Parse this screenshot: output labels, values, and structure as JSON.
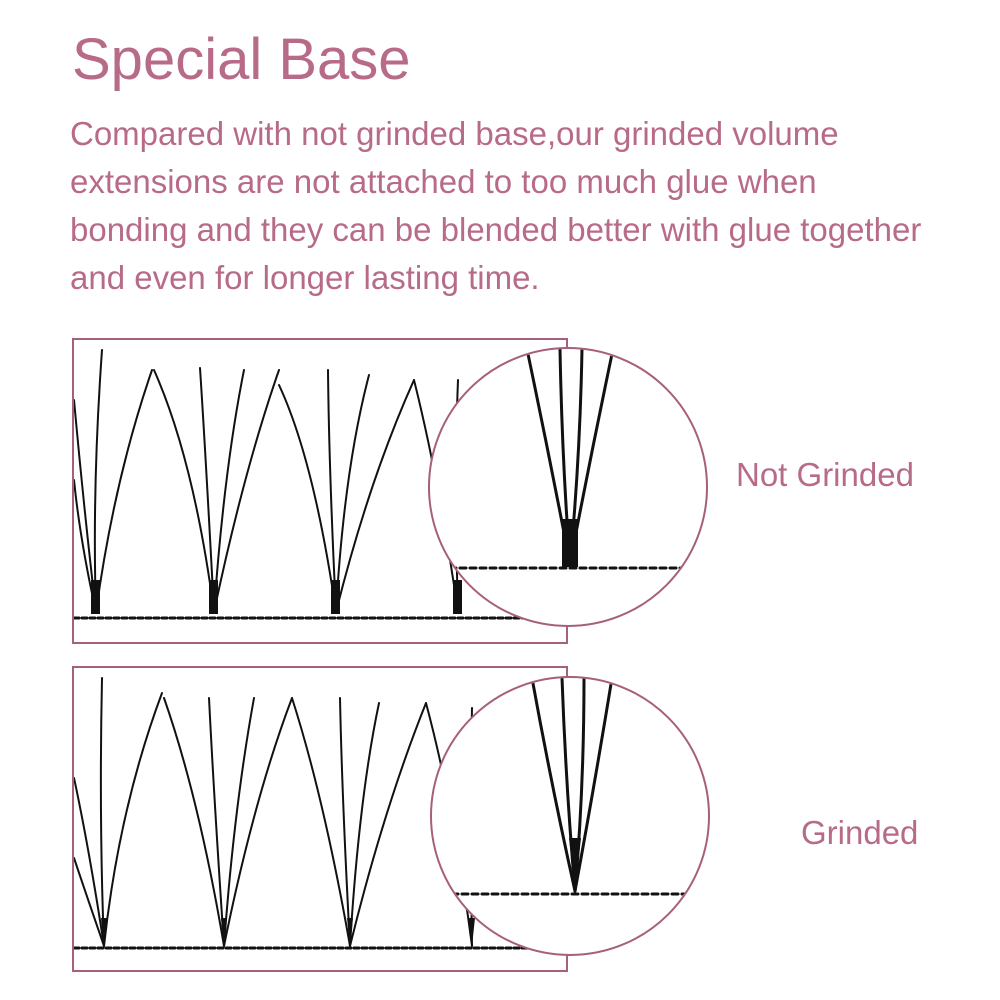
{
  "title": "Special Base",
  "description": "Compared with not grinded base,our grinded volume extensions are not attached to too much glue when bonding and they can be blended better with glue together and even for longer lasting time.",
  "comparison": [
    {
      "label": "Not Grinded",
      "base_style": "thick-glue"
    },
    {
      "label": "Grinded",
      "base_style": "thin-tapered"
    }
  ],
  "colors": {
    "accent": "#b76b88",
    "border": "#a65f7c",
    "lash": "#111111"
  }
}
